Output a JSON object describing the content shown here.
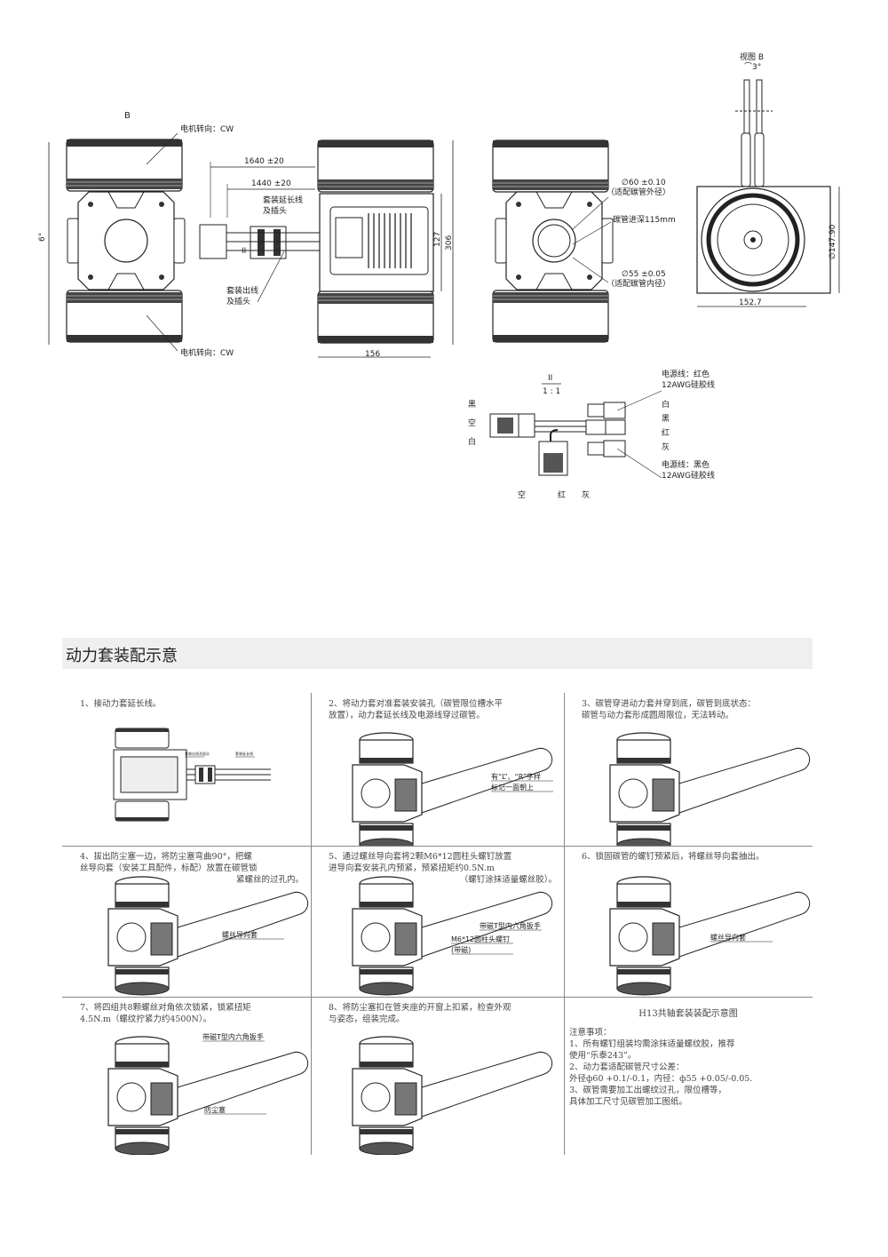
{
  "drawing": {
    "view_b_marker": "B",
    "motor_rotation_top": "电机转向：CW",
    "motor_rotation_bottom": "电机转向：CW",
    "tilt_angle": "6°",
    "dim_1640": "1640 ±20",
    "dim_1440": "1440 ±20",
    "ext_cable_line1": "套装延长线",
    "ext_cable_line2": "及插头",
    "out_cable_line1": "套装出线",
    "out_cable_line2": "及插头",
    "detail_marker": "II",
    "dim_127": "127",
    "dim_306": "306",
    "dim_156": "156",
    "outer_dia": "∅60 ±0.10",
    "outer_dia_note": "（适配碳管外径）",
    "tube_depth": "碳管进深115mm",
    "inner_dia": "∅55 ±0.05",
    "inner_dia_note": "（适配碳管内径）",
    "view_b_title": "视图 B",
    "view_b_angle": "⌒3°",
    "dim_147": "∅147.90",
    "dim_152": "152.7"
  },
  "wiring": {
    "detail": "II",
    "scale": "1 : 1",
    "left_labels": [
      "黑",
      "空",
      "白"
    ],
    "red_power_line1": "电源线：红色",
    "red_power_line2": "12AWG硅胶线",
    "right_labels": [
      "白",
      "黑",
      "红",
      "灰"
    ],
    "black_power_line1": "电源线：黑色",
    "black_power_line2": "12AWG硅胶线",
    "bottom_labels": [
      "空",
      "红",
      "灰"
    ]
  },
  "section": {
    "title": "动力套装配示意"
  },
  "steps": [
    {
      "text": [
        "1、接动力套延长线。"
      ],
      "callouts": [
        "套装出线及插头",
        "套装延长线"
      ]
    },
    {
      "text": [
        "2、将动力套对准套装安装孔（碳管限位槽水平",
        "放置），动力套延长线及电源线穿过碳管。"
      ],
      "callouts": [
        "有“L”、“R”字样",
        "标记一面朝上"
      ]
    },
    {
      "text": [
        "3、碳管穿进动力套并穿到底，碳管到底状态：",
        "碳管与动力套形成圆周限位，无法转动。"
      ]
    },
    {
      "text": [
        "4、拔出防尘塞一边，将防尘塞弯曲90°，把螺",
        "丝导向套（安装工具配件，标配）放置在碳管锁",
        "紧螺丝的过孔内。"
      ],
      "callouts": [
        "螺丝导向套"
      ]
    },
    {
      "text": [
        "5、通过螺丝导向套将2颗M6*12圆柱头螺钉放置",
        "进导向套安装孔内预紧，预紧扭矩约0.5N.m",
        "（螺钉涂抹适量螺丝胶）。"
      ],
      "callouts": [
        "带磁T型内六角扳手",
        "M6*12圆柱头螺钉",
        "(带磁)"
      ]
    },
    {
      "text": [
        "6、锁固碳管的螺钉预紧后，将螺丝导向套抽出。"
      ],
      "callouts": [
        "螺丝导向套"
      ]
    },
    {
      "text": [
        "7、将四组共8颗螺丝对角依次锁紧，锁紧扭矩",
        "4.5N.m（螺纹拧紧力约4500N）。"
      ],
      "callouts": [
        "带磁T型内六角扳手",
        "防尘塞"
      ]
    },
    {
      "text": [
        "8、将防尘塞扣在管夹座的开窗上扣紧，检查外观",
        "与姿态，组装完成。"
      ]
    }
  ],
  "notes": {
    "title": "H13共轴套装装配示意图",
    "lines": [
      "注意事项：",
      "1、所有螺钉组装均需涂抹适量螺纹胶，推荐",
      "使用“乐泰243”。",
      "2、动力套适配碳管尺寸公差：",
      "外径ф60 +0.1/-0.1，内径：ф55 +0.05/-0.05.",
      "3、碳管需要加工出螺纹过孔，限位槽等，",
      "具体加工尺寸见碳管加工图纸。"
    ]
  }
}
